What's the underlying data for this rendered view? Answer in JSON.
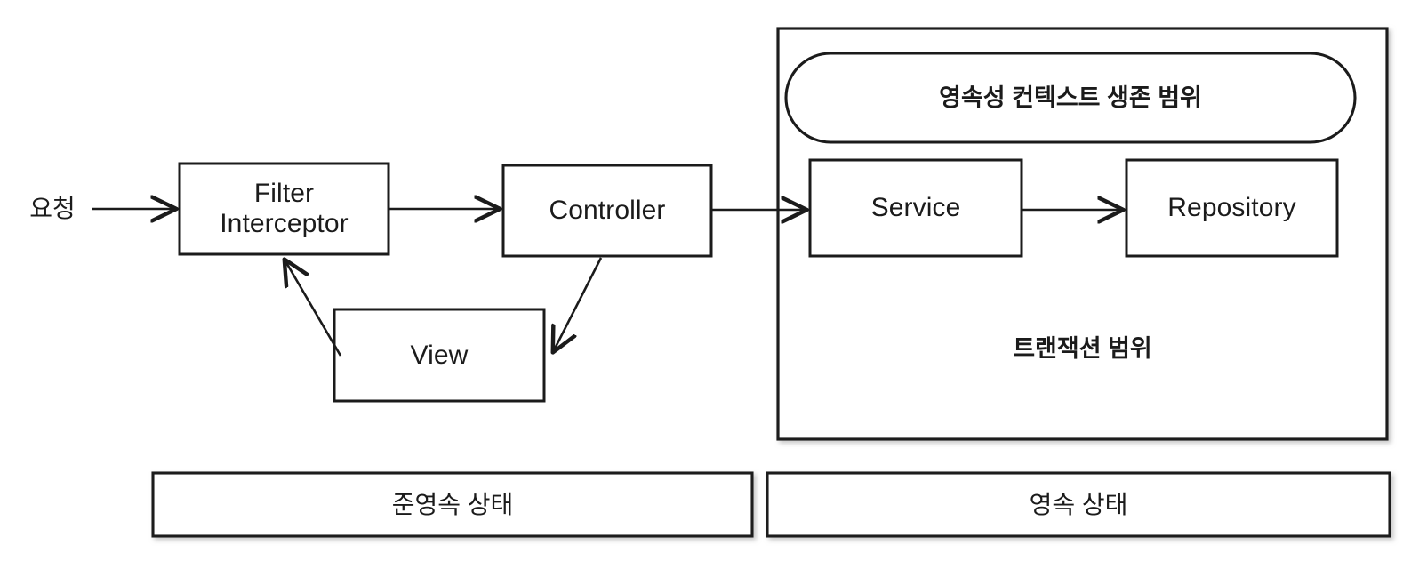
{
  "diagram": {
    "title": "JPA persistence context / transaction scope diagram",
    "colors": {
      "stroke": "#1b1b1b",
      "fill": "#ffffff",
      "text": "#1b1b1b",
      "shadow": "#b8b8b8"
    },
    "request_label": "요청",
    "nodes": {
      "filter_interceptor_line1": "Filter",
      "filter_interceptor_line2": "Interceptor",
      "controller": "Controller",
      "view": "View",
      "service": "Service",
      "repository": "Repository"
    },
    "scopes": {
      "persistence_context": "영속성 컨텍스트 생존 범위",
      "transaction": "트랜잭션 범위"
    },
    "states": {
      "detached": "준영속 상태",
      "managed": "영속 상태"
    },
    "edges": [
      {
        "name": "request-to-filter",
        "from": "요청",
        "to": "Filter Interceptor",
        "arrow": "single"
      },
      {
        "name": "filter-to-controller",
        "from": "Filter Interceptor",
        "to": "Controller",
        "arrow": "single"
      },
      {
        "name": "controller-to-service",
        "from": "Controller",
        "to": "Service",
        "arrow": "single"
      },
      {
        "name": "service-to-repository",
        "from": "Service",
        "to": "Repository",
        "arrow": "single"
      },
      {
        "name": "controller-to-view",
        "from": "Controller",
        "to": "View",
        "arrow": "single"
      },
      {
        "name": "view-to-filter",
        "from": "View",
        "to": "Filter Interceptor",
        "arrow": "single"
      }
    ]
  }
}
